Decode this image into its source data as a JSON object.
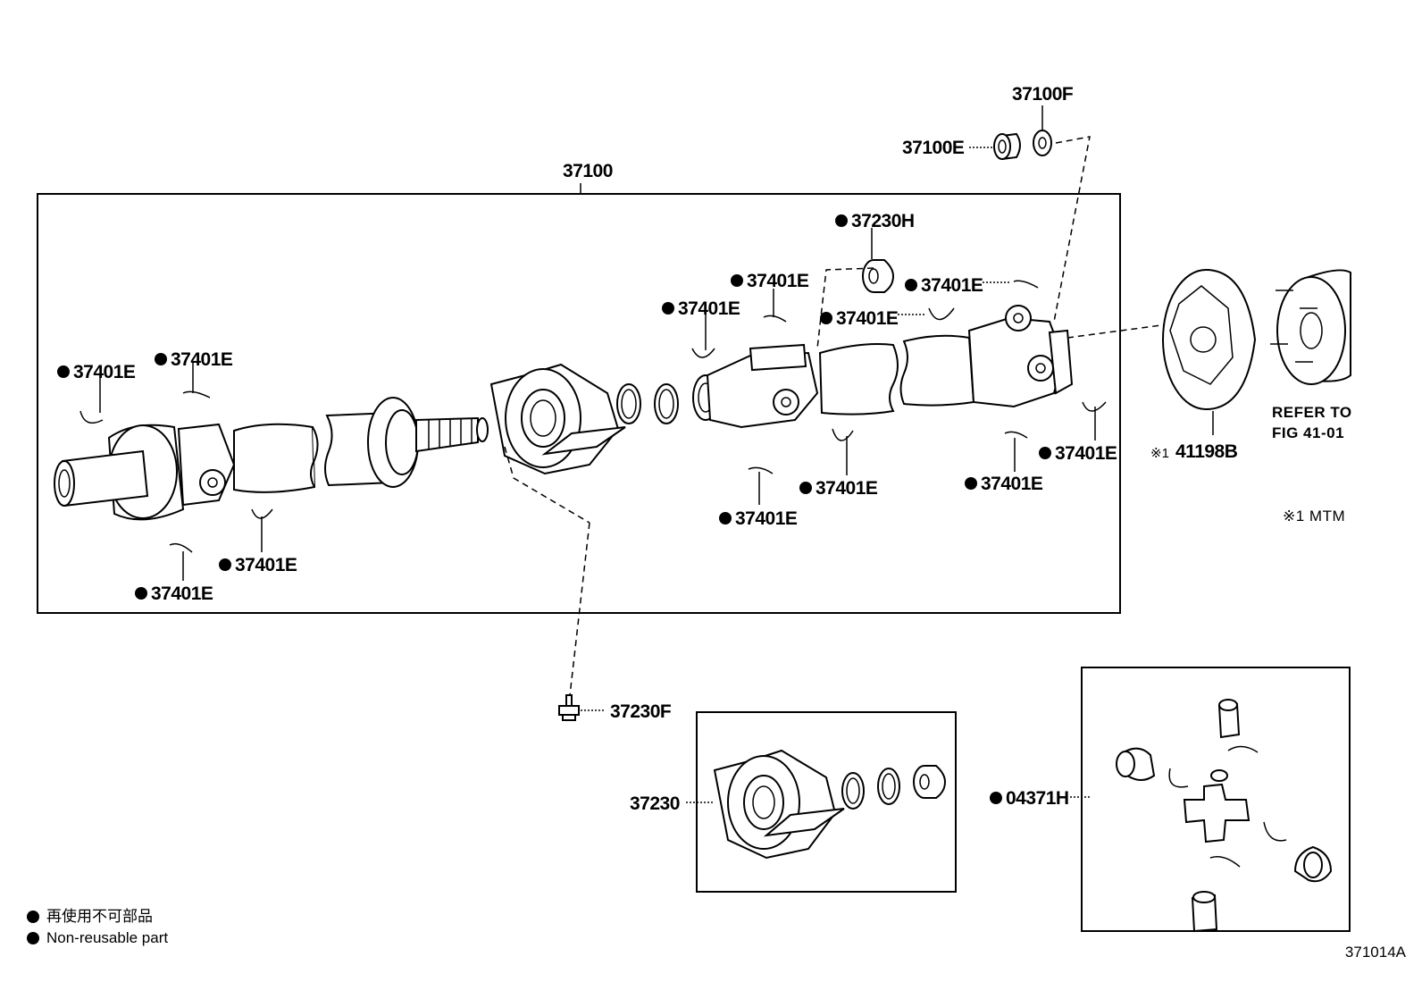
{
  "labels": {
    "assembly": "37100",
    "nut": "37100E",
    "washer": "37100F",
    "center_bearing_cushion": "37230H",
    "bolt": "37230F",
    "center_bearing": "37230",
    "spider_kit": "04371H",
    "snap_ring": "37401E",
    "companion_flange": "41198B",
    "companion_flange_prefix": "※1",
    "refer_line1": "REFER TO",
    "refer_line2": "FIG 41-01",
    "note": "※1 MTM"
  },
  "legend": {
    "line_jp": "再使用不可部品",
    "line_en": "Non-reusable part"
  },
  "figure_id": "371014A"
}
